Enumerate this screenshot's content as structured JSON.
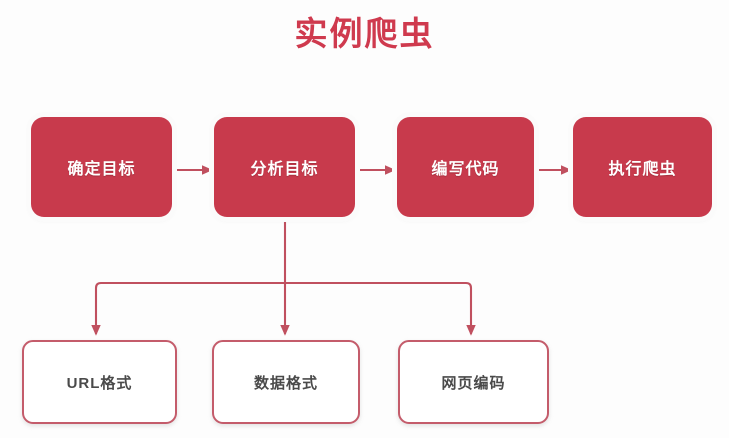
{
  "page": {
    "title": "实例爬虫",
    "title_color": "#cf3a4e",
    "background_color": "#fdfdfd"
  },
  "diagram": {
    "type": "flowchart",
    "process_box_color": "#c83a4c",
    "process_text_color": "#ffffff",
    "detail_border_color": "#c45c6b",
    "detail_text_color": "#4a4a4a",
    "connector_color": "#c0505f",
    "process_steps": [
      {
        "label": "确定目标"
      },
      {
        "label": "分析目标"
      },
      {
        "label": "编写代码"
      },
      {
        "label": "执行爬虫"
      }
    ],
    "detail_items": [
      {
        "label": "URL格式"
      },
      {
        "label": "数据格式"
      },
      {
        "label": "网页编码"
      }
    ]
  }
}
